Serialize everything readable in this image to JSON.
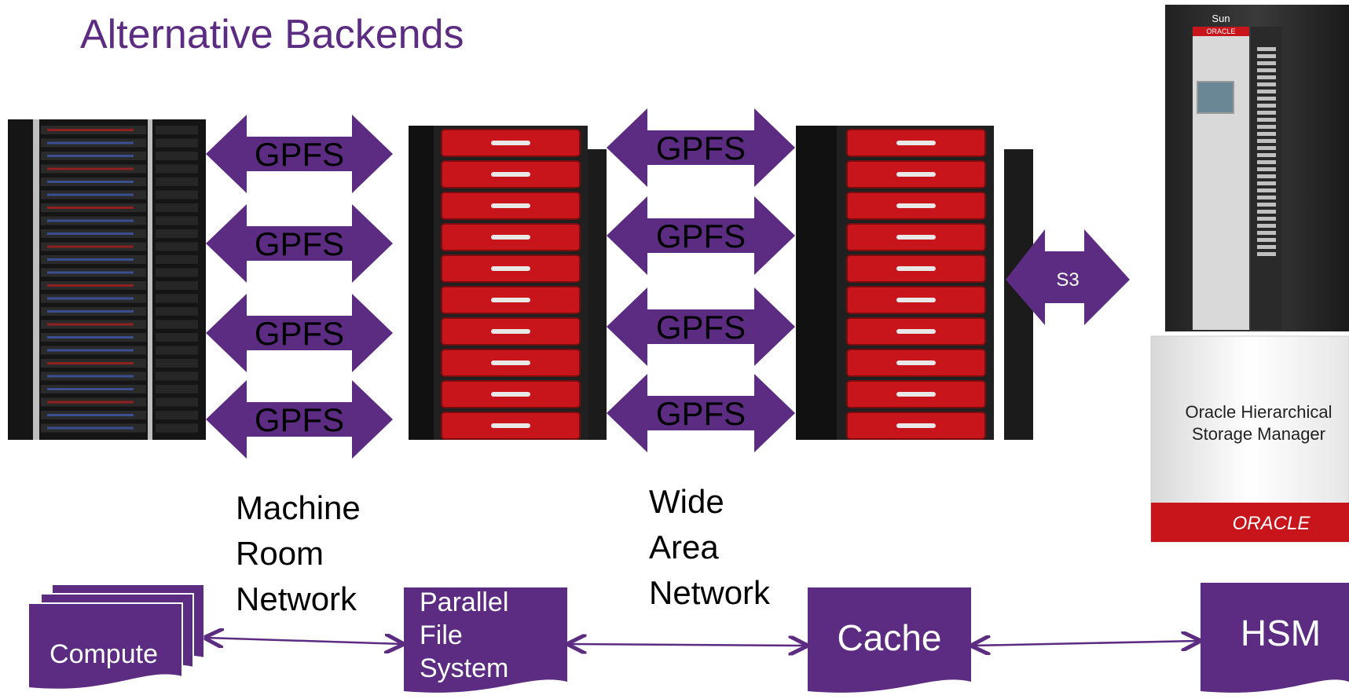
{
  "title": "Alternative Backends",
  "colors": {
    "purple": "#5b2c82",
    "purple_dark": "#3d1d5c",
    "red": "#c8151b",
    "rack": "#1c1c1c"
  },
  "link_protocol": "GPFS",
  "backend_protocol": "S3",
  "arrows_left": [
    "GPFS",
    "GPFS",
    "GPFS",
    "GPFS"
  ],
  "arrows_right": [
    "GPFS",
    "GPFS",
    "GPFS",
    "GPFS"
  ],
  "networks": {
    "machine_room": [
      "Machine",
      "Room",
      "Network"
    ],
    "wide_area": [
      "Wide",
      "Area",
      "Network"
    ]
  },
  "nodes": {
    "compute": "Compute",
    "parallel_fs": [
      "Parallel",
      "File",
      "System"
    ],
    "cache": "Cache",
    "hsm": "HSM"
  },
  "product": {
    "box_text": [
      "Oracle Hierarchical",
      "Storage Manager"
    ],
    "box_brand": "ORACLE",
    "tape_brand": "Sun",
    "tape_vendor": "ORACLE"
  },
  "icons": [
    "server-rack-photo",
    "storage-rack-photo",
    "tape-library-photo",
    "software-box-photo"
  ]
}
